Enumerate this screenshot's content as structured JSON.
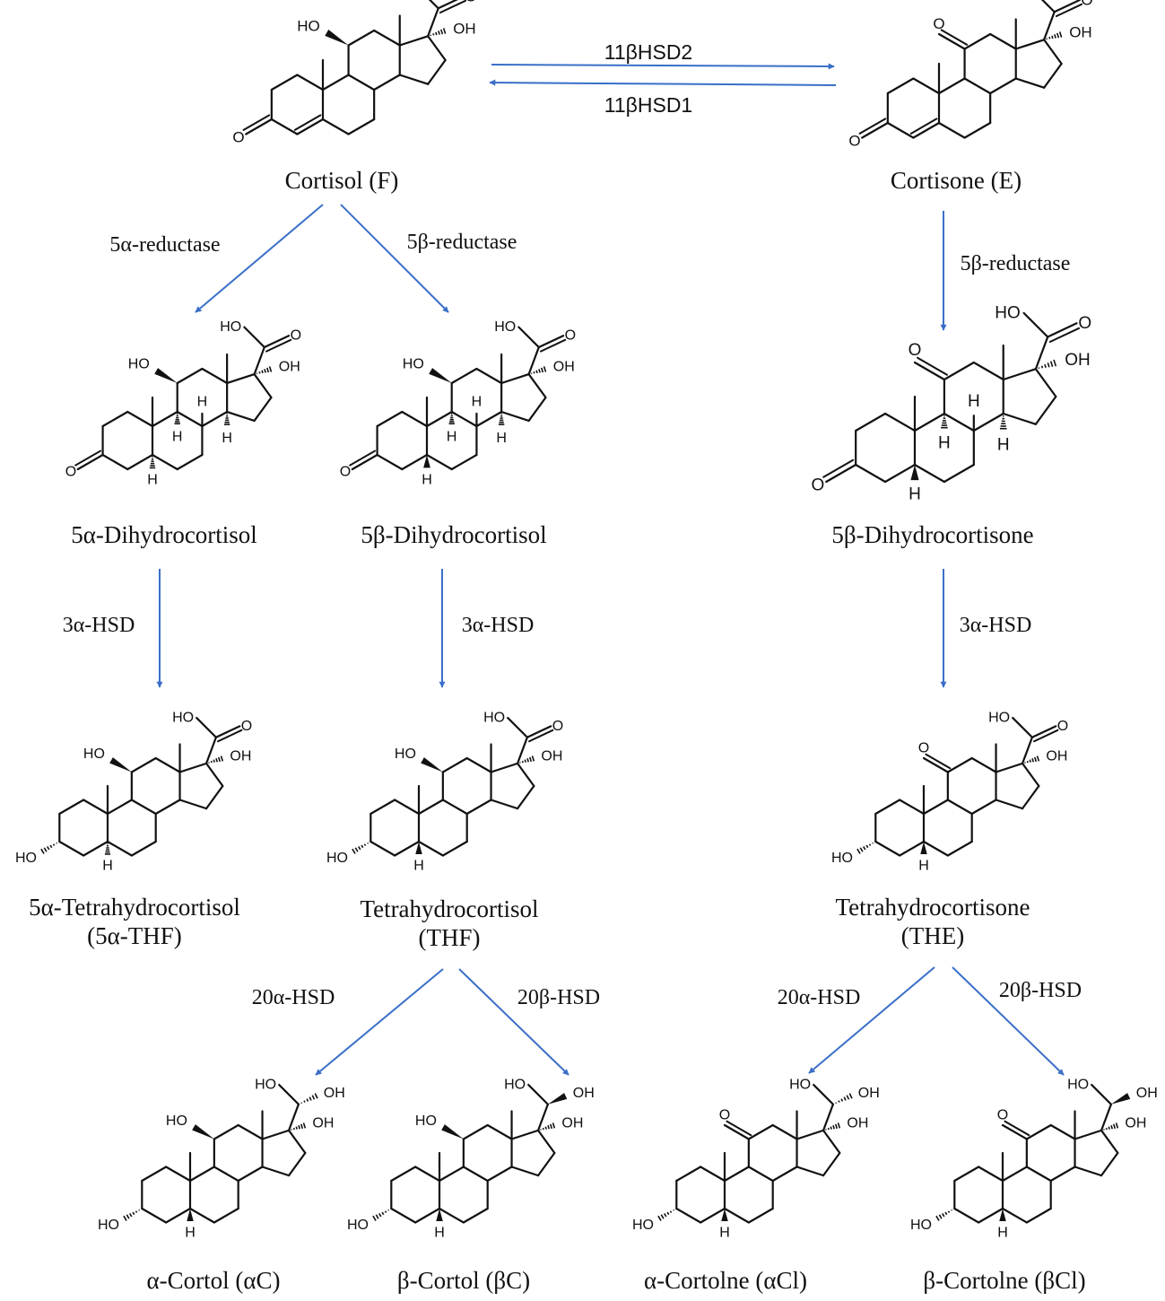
{
  "colors": {
    "arrow": "#3a6fc8",
    "bond": "#111111"
  },
  "compounds": {
    "cortisol": "Cortisol (F)",
    "cortisone": "Cortisone (E)",
    "dh5a_cortisol": "5α-Dihydrocortisol",
    "dh5b_cortisol": "5β-Dihydrocortisol",
    "dh5b_cortisone": "5β-Dihydrocortisone",
    "thf5a_name": "5α-Tetrahydrocortisol",
    "thf5a_abbr": "(5α-THF)",
    "thf_name": "Tetrahydrocortisol",
    "thf_abbr": "(THF)",
    "the_name": "Tetrahydrocortisone",
    "the_abbr": "(THE)",
    "a_cortol": "α-Cortol (αC)",
    "b_cortol": "β-Cortol (βC)",
    "a_cortolone": "α-Cortolne (αCl)",
    "b_cortolone": "β-Cortolne (βCl)"
  },
  "enzymes": {
    "hsd2": "11βHSD2",
    "hsd1": "11βHSD1",
    "red5a": "5α-reductase",
    "red5b_left": "5β-reductase",
    "red5b_right": "5β-reductase",
    "hsd3a_1": "3α-HSD",
    "hsd3a_2": "3α-HSD",
    "hsd3a_3": "3α-HSD",
    "hsd20a_1": "20α-HSD",
    "hsd20b_1": "20β-HSD",
    "hsd20a_2": "20α-HSD",
    "hsd20b_2": "20β-HSD"
  },
  "atoms": {
    "ho": "HO",
    "oh": "OH",
    "o": "O",
    "h": "H"
  }
}
